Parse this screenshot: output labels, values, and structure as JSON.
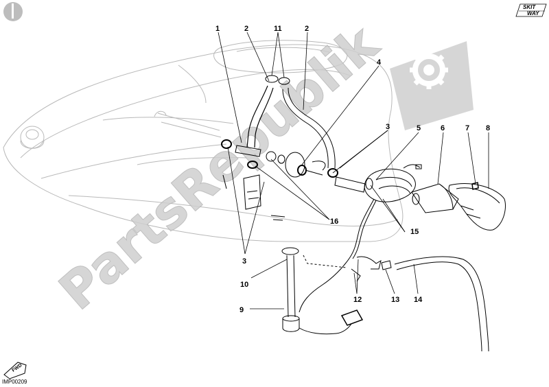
{
  "diagram": {
    "callouts": [
      {
        "id": "c1",
        "text": "1"
      },
      {
        "id": "c2a",
        "text": "2"
      },
      {
        "id": "c11",
        "text": "11"
      },
      {
        "id": "c2b",
        "text": "2"
      },
      {
        "id": "c4",
        "text": "4"
      },
      {
        "id": "c3a",
        "text": "3"
      },
      {
        "id": "c5",
        "text": "5"
      },
      {
        "id": "c6",
        "text": "6"
      },
      {
        "id": "c7",
        "text": "7"
      },
      {
        "id": "c8",
        "text": "8"
      },
      {
        "id": "c16",
        "text": "16"
      },
      {
        "id": "c15",
        "text": "15"
      },
      {
        "id": "c3b",
        "text": "3"
      },
      {
        "id": "c10",
        "text": "10"
      },
      {
        "id": "c12",
        "text": "12"
      },
      {
        "id": "c13",
        "text": "13"
      },
      {
        "id": "c14",
        "text": "14"
      },
      {
        "id": "c9",
        "text": "9"
      }
    ],
    "reference_code": "IMP00209",
    "fwd_label": "FWD",
    "logo_top": "SKIT",
    "logo_bottom": "WAY",
    "watermark": "PartsRepublik",
    "colors": {
      "line": "#000000",
      "tank_outline": "#b8b8b8",
      "watermark": "#c9c9c9"
    },
    "icons": {
      "watermark_icon": "gear-icon",
      "corner_icon": "half-circle-icon",
      "fwd_icon": "arrow-badge-icon"
    }
  }
}
